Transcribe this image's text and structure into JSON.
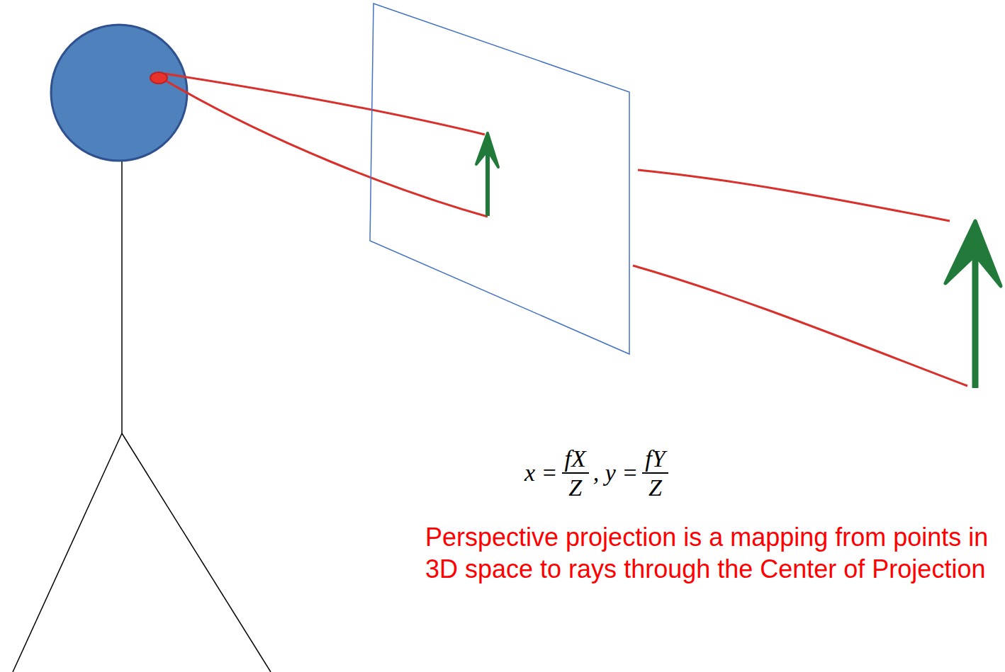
{
  "diagram": {
    "labels": [
      "x =",
      "fX",
      "Z",
      ", y =",
      "fY",
      "Z",
      "Perspective projection is a mapping from points in 3D space to rays through the Center of Projection"
    ]
  }
}
